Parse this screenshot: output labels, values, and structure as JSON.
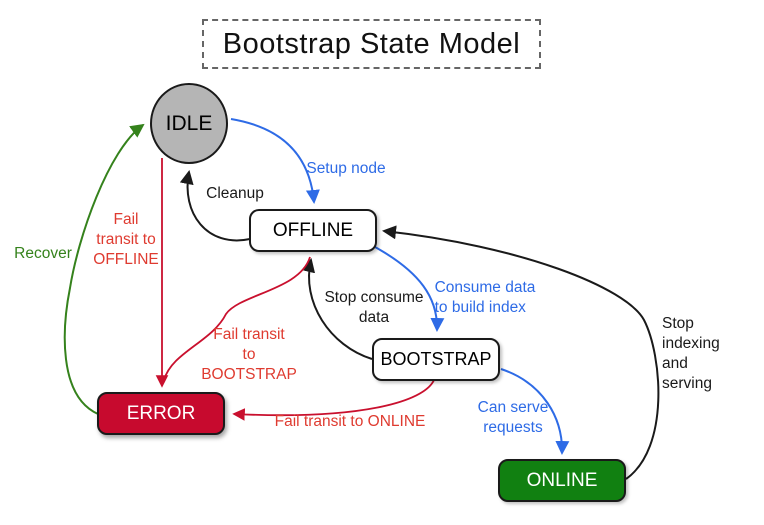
{
  "title": "Bootstrap State Model",
  "colors": {
    "blue_transition": "#2E6BE6",
    "red_transition": "#C9102E",
    "red_label": "#DF3B30",
    "green_transition": "#35821C",
    "idle_fill": "#B5B5B5",
    "error_fill": "#C70A2E",
    "online_fill": "#118011"
  },
  "states": [
    {
      "id": "idle",
      "label": "IDLE",
      "shape": "circle",
      "fill": "#B5B5B5"
    },
    {
      "id": "offline",
      "label": "OFFLINE",
      "shape": "rounded-rect",
      "fill": "#FFFFFF"
    },
    {
      "id": "bootstrap",
      "label": "BOOTSTRAP",
      "shape": "rounded-rect",
      "fill": "#FFFFFF"
    },
    {
      "id": "online",
      "label": "ONLINE",
      "shape": "rounded-rect",
      "fill": "#118011"
    },
    {
      "id": "error",
      "label": "ERROR",
      "shape": "rounded-rect",
      "fill": "#C70A2E"
    }
  ],
  "transitions": [
    {
      "id": "setup-node",
      "from": "IDLE",
      "to": "OFFLINE",
      "label": "Setup node",
      "color": "blue"
    },
    {
      "id": "cleanup",
      "from": "OFFLINE",
      "to": "IDLE",
      "label": "Cleanup",
      "color": "black"
    },
    {
      "id": "consume-data",
      "from": "OFFLINE",
      "to": "BOOTSTRAP",
      "label": "Consume data\nto build index",
      "color": "blue"
    },
    {
      "id": "stop-consume",
      "from": "BOOTSTRAP",
      "to": "OFFLINE",
      "label": "Stop consume\ndata",
      "color": "black"
    },
    {
      "id": "can-serve",
      "from": "BOOTSTRAP",
      "to": "ONLINE",
      "label": "Can serve\nrequests",
      "color": "blue"
    },
    {
      "id": "stop-indexing",
      "from": "ONLINE",
      "to": "OFFLINE",
      "label": "Stop indexing\nand serving",
      "color": "black"
    },
    {
      "id": "fail-transit-offline",
      "from": "IDLE",
      "to": "ERROR",
      "label": "Fail\ntransit to\nOFFLINE",
      "color": "red"
    },
    {
      "id": "fail-transit-bootstrap",
      "from": "OFFLINE",
      "to": "ERROR",
      "label": "Fail transit\nto\nBOOTSTRAP",
      "color": "red"
    },
    {
      "id": "fail-transit-online",
      "from": "BOOTSTRAP",
      "to": "ERROR",
      "label": "Fail transit to ONLINE",
      "color": "red"
    },
    {
      "id": "recover",
      "from": "ERROR",
      "to": "IDLE",
      "label": "Recover",
      "color": "green"
    }
  ]
}
